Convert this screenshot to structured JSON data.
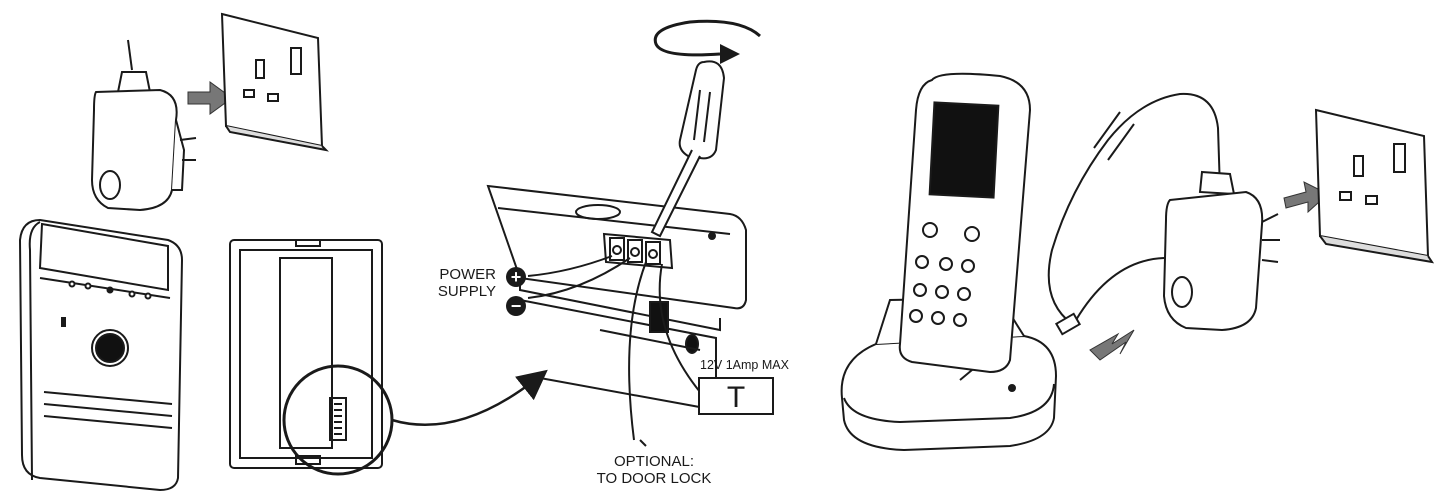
{
  "labels": {
    "power_supply_line1": "POWER",
    "power_supply_line2": "SUPPLY",
    "plus_symbol": "+",
    "minus_symbol": "−",
    "rating": "12V 1Amp MAX",
    "lock_symbol": "T",
    "optional_line1": "OPTIONAL:",
    "optional_line2": "TO DOOR LOCK"
  },
  "icons": [
    "power-adapter-icon",
    "wall-socket-icon",
    "door-station-icon",
    "back-panel-icon",
    "magnifier-circle-icon",
    "curved-arrow-icon",
    "screwdriver-icon",
    "rotation-arrow-icon",
    "terminal-block-icon",
    "handset-icon",
    "charging-base-icon",
    "usb-cable-icon",
    "plug-in-arrow-icon"
  ],
  "colors": {
    "line": "#1a1a1a",
    "arrow_fill": "#777777",
    "screen": "#111111"
  }
}
